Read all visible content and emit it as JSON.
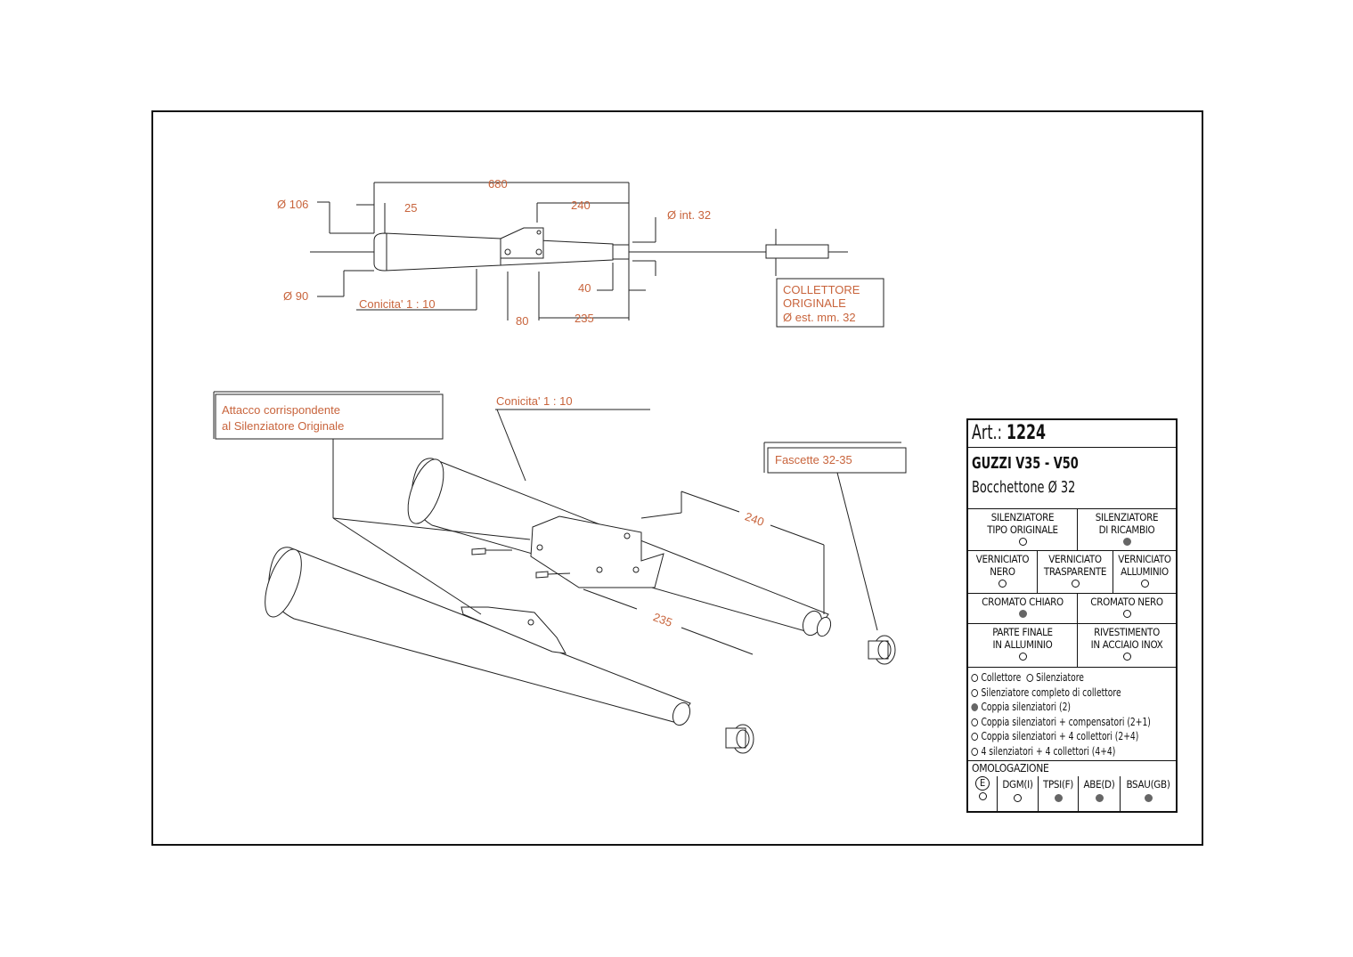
{
  "drawing": {
    "top_view": {
      "dim_total": "680",
      "dim_25": "25",
      "dim_240": "240",
      "dim_inlet": "Ø int. 32",
      "dim_d106": "Ø 106",
      "dim_d90": "Ø 90",
      "dim_40": "40",
      "dim_80": "80",
      "dim_235": "235",
      "taper": "Conicita' 1 : 10",
      "collector_label": [
        "COLLETTORE",
        "ORIGINALE",
        "Ø est. mm. 32"
      ]
    },
    "exploded_view": {
      "attach_label": [
        "Attacco corrispondente",
        "al Silenziatore Originale"
      ],
      "taper": "Conicita' 1 : 10",
      "clamps_label": "Fascette 32-35",
      "dim_240": "240",
      "dim_235": "235"
    }
  },
  "spec": {
    "art_prefix": "Art.:",
    "art_number": "1224",
    "model": "GUZZI V35 - V50",
    "inlet": "Bocchettone Ø 32",
    "rows": [
      [
        {
          "label": [
            "SILENZIATORE",
            "TIPO ORIGINALE"
          ],
          "on": false
        },
        {
          "label": [
            "SILENZIATORE",
            "DI RICAMBIO"
          ],
          "on": true
        }
      ],
      [
        {
          "label": [
            "VERNICIATO",
            "NERO"
          ],
          "on": false
        },
        {
          "label": [
            "VERNICIATO",
            "TRASPARENTE"
          ],
          "on": false
        },
        {
          "label": [
            "VERNICIATO",
            "ALLUMINIO"
          ],
          "on": false
        }
      ],
      [
        {
          "label": [
            "CROMATO CHIARO"
          ],
          "on": true
        },
        {
          "label": [
            "CROMATO NERO"
          ],
          "on": false
        }
      ],
      [
        {
          "label": [
            "PARTE FINALE",
            "IN ALLUMINIO"
          ],
          "on": false
        },
        {
          "label": [
            "RIVESTIMENTO",
            "IN ACCIAIO INOX"
          ],
          "on": false
        }
      ]
    ],
    "options": [
      {
        "label": "Collettore",
        "on": false
      },
      {
        "label": "Silenziatore",
        "on": false
      },
      {
        "label": "Silenziatore completo di collettore",
        "on": false
      },
      {
        "label": "Coppia silenziatori (2)",
        "on": true
      },
      {
        "label": "Coppia silenziatori + compensatori (2+1)",
        "on": false
      },
      {
        "label": "Coppia silenziatori + 4 collettori (2+4)",
        "on": false
      },
      {
        "label": "4 silenziatori + 4 collettori (4+4)",
        "on": false
      }
    ],
    "homologation_title": "OMOLOGAZIONE",
    "homologation": [
      {
        "label": "E",
        "on": false
      },
      {
        "label": "DGM(I)",
        "on": false
      },
      {
        "label": "TPSI(F)",
        "on": true
      },
      {
        "label": "ABE(D)",
        "on": true
      },
      {
        "label": "BSAU(GB)",
        "on": true
      }
    ]
  },
  "colors": {
    "dimension": "#c8643c",
    "line": "#222222",
    "filled_dot": "#666666"
  }
}
